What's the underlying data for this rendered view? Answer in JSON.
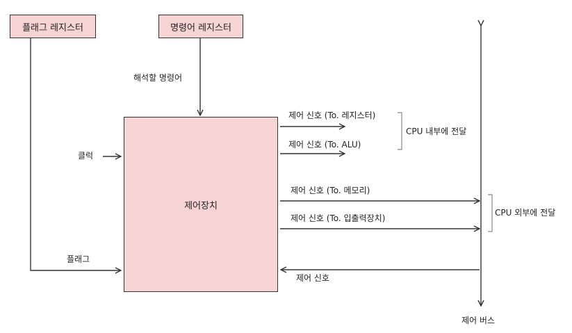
{
  "boxes": {
    "flag_register": "플래그 레지스터",
    "instruction_register": "명령어 레지스터",
    "control_unit": "제어장치"
  },
  "labels": {
    "instruction_to_decode": "해석할 명령어",
    "clock": "클럭",
    "flag": "플래그",
    "signal_register": "제어 신호 (To. 레지스터)",
    "signal_alu": "제어 신호 (To. ALU)",
    "signal_memory": "제어 신호 (To. 메모리)",
    "signal_io": "제어 신호 (To. 입출력장치)",
    "signal_in": "제어 신호",
    "cpu_internal": "CPU 내부에 전달",
    "cpu_external": "CPU 외부에 전달",
    "control_bus": "제어 버스"
  },
  "colors": {
    "box_fill": "#f7d4d4",
    "stroke": "#333333"
  }
}
